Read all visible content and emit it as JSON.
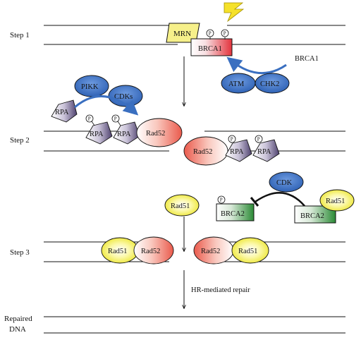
{
  "steps": {
    "step1": "Step 1",
    "step2": "Step 2",
    "step3": "Step 3",
    "repaired_line1": "Repaired",
    "repaired_line2": "DNA"
  },
  "labels": {
    "mrn": "MRN",
    "brca1": "BRCA1",
    "brca1_side": "BRCA1",
    "atm": "ATM",
    "chk2": "CHK2",
    "pikk": "PIKK",
    "cdks": "CDKs",
    "rpa": "RPA",
    "rad52": "Rad52",
    "rad51": "Rad51",
    "cdk": "CDK",
    "brca2": "BRCA2",
    "phospho": "P",
    "hr_repair": "HR-mediated repair"
  },
  "colors": {
    "line": "#111111",
    "kinase_blue": "#3a6fc0",
    "mrn_yellow": "#f6f08a",
    "brca1_red": "#e8414a",
    "rpa_purple": "#5a4d78",
    "rad52_red": "#ef7264",
    "rad51_yellow": "#f2ee3c",
    "brca2_green": "#2f8a3a",
    "lightning": "#f5e12a"
  }
}
